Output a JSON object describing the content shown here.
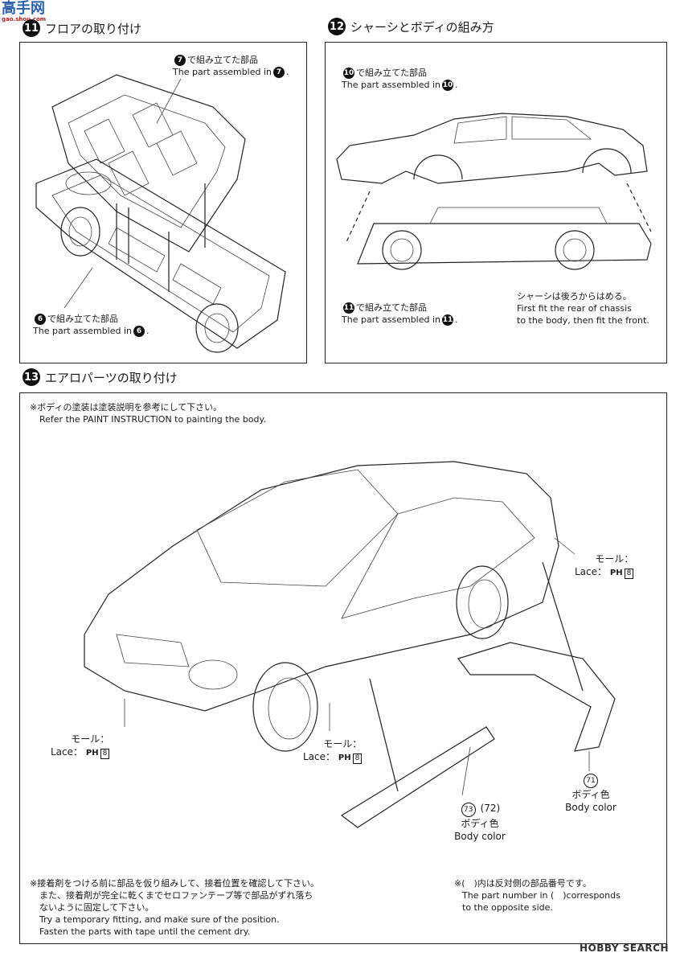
{
  "watermark_top": {
    "main": "高手网",
    "sub": "gao.shou.com"
  },
  "watermark_bottom": "HOBBY SEARCH",
  "step11": {
    "number": "11",
    "title": "フロアの取り付け",
    "part7_jp": "で組み立てた部品",
    "part7_en": "The part assembled in",
    "part7_num": "7",
    "part6_jp": "で組み立てた部品",
    "part6_en": "The part assembled in",
    "part6_num": "6"
  },
  "step12": {
    "number": "12",
    "title": "シャーシとボディの組み方",
    "part10_jp": "で組み立てた部品",
    "part10_en": "The part assembled in",
    "part10_num": "10",
    "part11_jp": "で組み立てた部品",
    "part11_en": "The part assembled in",
    "part11_num": "11",
    "note_jp": "シャーシは後ろからはめる。",
    "note_en1": "First fit the rear of chassis",
    "note_en2": "to the body, then fit the front."
  },
  "step13": {
    "number": "13",
    "title": "エアロパーツの取り付け",
    "paint_jp": "※ボディの塗装は塗装説明を参考にして下さい。",
    "paint_en": "Refer the PAINT INSTRUCTION to painting the body.",
    "mold_jp": "モール：",
    "mold_en": "Lace：",
    "mold_code": "PH",
    "mold_num": "8",
    "part71": "71",
    "part73": "73",
    "part72": "(72)",
    "body_color_jp": "ボディ色",
    "body_color_en": "Body color",
    "bottom_jp1": "※接着剤をつける前に部品を仮り組みして、接着位置を確認して下さい。",
    "bottom_jp2": "また、接着剤が完全に乾くまでセロファンテープ等で部品がずれ落ち",
    "bottom_jp3": "ないように固定して下さい。",
    "bottom_en1": "Try a temporary fitting, and make sure of the position.",
    "bottom_en2": "Fasten the parts with tape until the cement dry.",
    "opposite_jp": "※(　)内は反対側の部品番号です。",
    "opposite_en1": "The part number in (　)corresponds",
    "opposite_en2": "to the opposite side."
  }
}
